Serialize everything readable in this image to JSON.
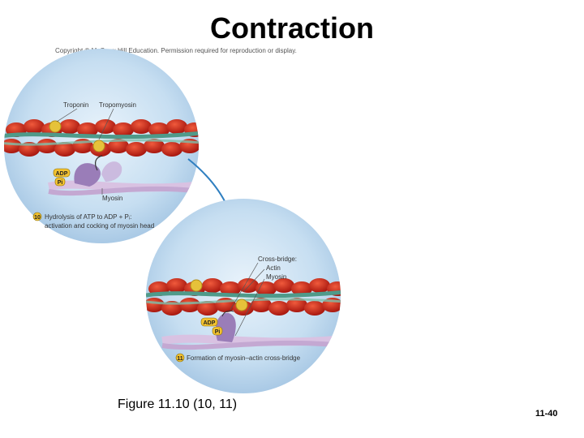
{
  "slide": {
    "title": "Contraction",
    "copyright": "Copyright © McGraw-Hill Education. Permission required for reproduction or display.",
    "caption": "Figure 11.10 (10, 11)",
    "slide_number": "11-40"
  },
  "diagram": {
    "panel_top": {
      "labels": {
        "troponin": "Troponin",
        "tropomyosin": "Tropomyosin",
        "adp": "ADP",
        "pi": "Pi",
        "myosin": "Myosin"
      },
      "step_number": "10",
      "step_text_line1": "Hydrolysis of ATP to ADP + Pᵢ:",
      "step_text_line2": "activation and cocking of myosin head"
    },
    "panel_bottom": {
      "labels": {
        "cross_bridge": "Cross-bridge:",
        "actin": "Actin",
        "myosin": "Myosin",
        "adp": "ADP",
        "pi": "Pi"
      },
      "step_number": "11",
      "step_text": "Formation of myosin–actin cross-bridge"
    },
    "colors": {
      "circle_bg": "#cfe3f3",
      "actin_red": "#c8261c",
      "tropomyosin_green": "#4f9a8a",
      "troponin_yellow": "#e6c23a",
      "myosin_purple": "#9a7db8",
      "thick_filament": "#d9c2e2",
      "arrow_blue": "#2f7fc0",
      "badge_yellow": "#f2c230"
    }
  }
}
